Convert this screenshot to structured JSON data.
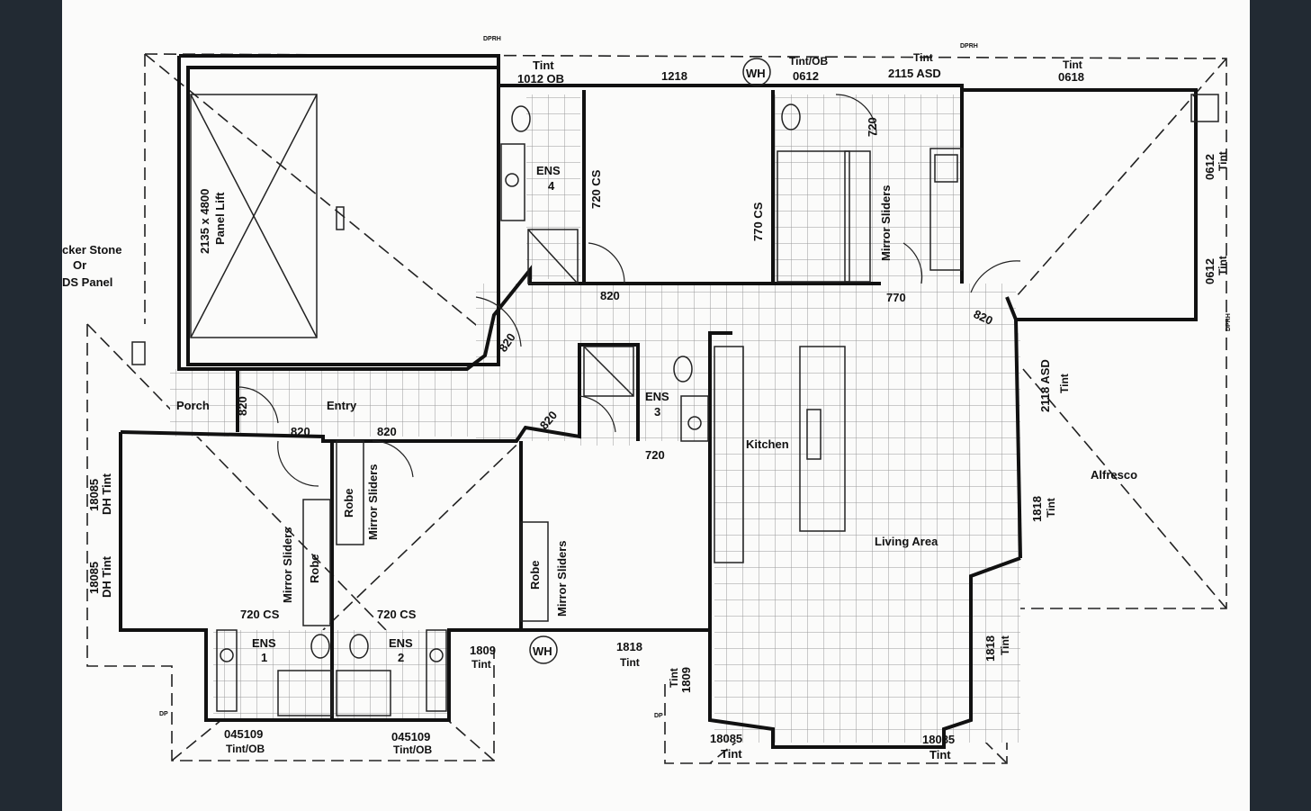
{
  "rooms": {
    "garage_door": "2135 x 4800",
    "garage_lift": "Panel Lift",
    "ens4": "ENS",
    "ens4_num": "4",
    "ens3": "ENS",
    "ens3_num": "3",
    "ens1": "ENS",
    "ens1_num": "1",
    "ens2": "ENS",
    "ens2_num": "2",
    "porch": "Porch",
    "entry": "Entry",
    "kitchen": "Kitchen",
    "living": "Living Area",
    "alfresco": "Alfresco",
    "robe": "Robe",
    "mirror_sliders": "Mirror Sliders"
  },
  "notes": {
    "stone_1": "cker Stone",
    "stone_2": "Or",
    "stone_3": "DS Panel",
    "wh": "WH",
    "dpr": "DPRH",
    "dp": "DP"
  },
  "dims": {
    "top_tint_1": "Tint",
    "top_1012": "1012 OB",
    "top_1218": "1218",
    "top_tint_ob": "Tint/OB",
    "top_0612": "0612",
    "top_tint_2": "Tint",
    "top_2115": "2115 ASD",
    "top_tint_3": "Tint",
    "top_0618": "0618",
    "cs720_a": "720 CS",
    "cs770": "770 CS",
    "d720_b": "720",
    "d820_a": "820",
    "d770": "770",
    "d820_b": "820",
    "d820_c": "820",
    "d820_d": "820",
    "d820_e": "820",
    "d820_f": "820",
    "d820_g": "820",
    "d720_c": "720",
    "r_0612_a": "0612",
    "r_tint_a": "Tint",
    "r_0612_b": "0612",
    "r_tint_b": "Tint",
    "r_2118": "2118 ASD",
    "r_tint_c": "Tint",
    "r_1818": "1818",
    "r_tint_d": "Tint",
    "l_18085_a": "18085",
    "l_dh_a": "DH Tint",
    "l_18085_b": "18085",
    "l_dh_b": "DH Tint",
    "cs720_l": "720 CS",
    "cs720_r": "720 CS",
    "b_1809": "1809",
    "b_tint_a": "Tint",
    "b_1818": "1818",
    "b_tint_b": "Tint",
    "b_045109_a": "045109",
    "b_tintob_a": "Tint/OB",
    "b_045109_b": "045109",
    "b_tintob_b": "Tint/OB",
    "b_tint_1809": "Tint",
    "b_1809_v": "1809",
    "b_18085_a": "18085",
    "b_tint_e": "Tint",
    "b_18085_b": "18085",
    "b_tint_f": "Tint",
    "r_1818_v": "1818",
    "r_tint_v": "Tint"
  }
}
